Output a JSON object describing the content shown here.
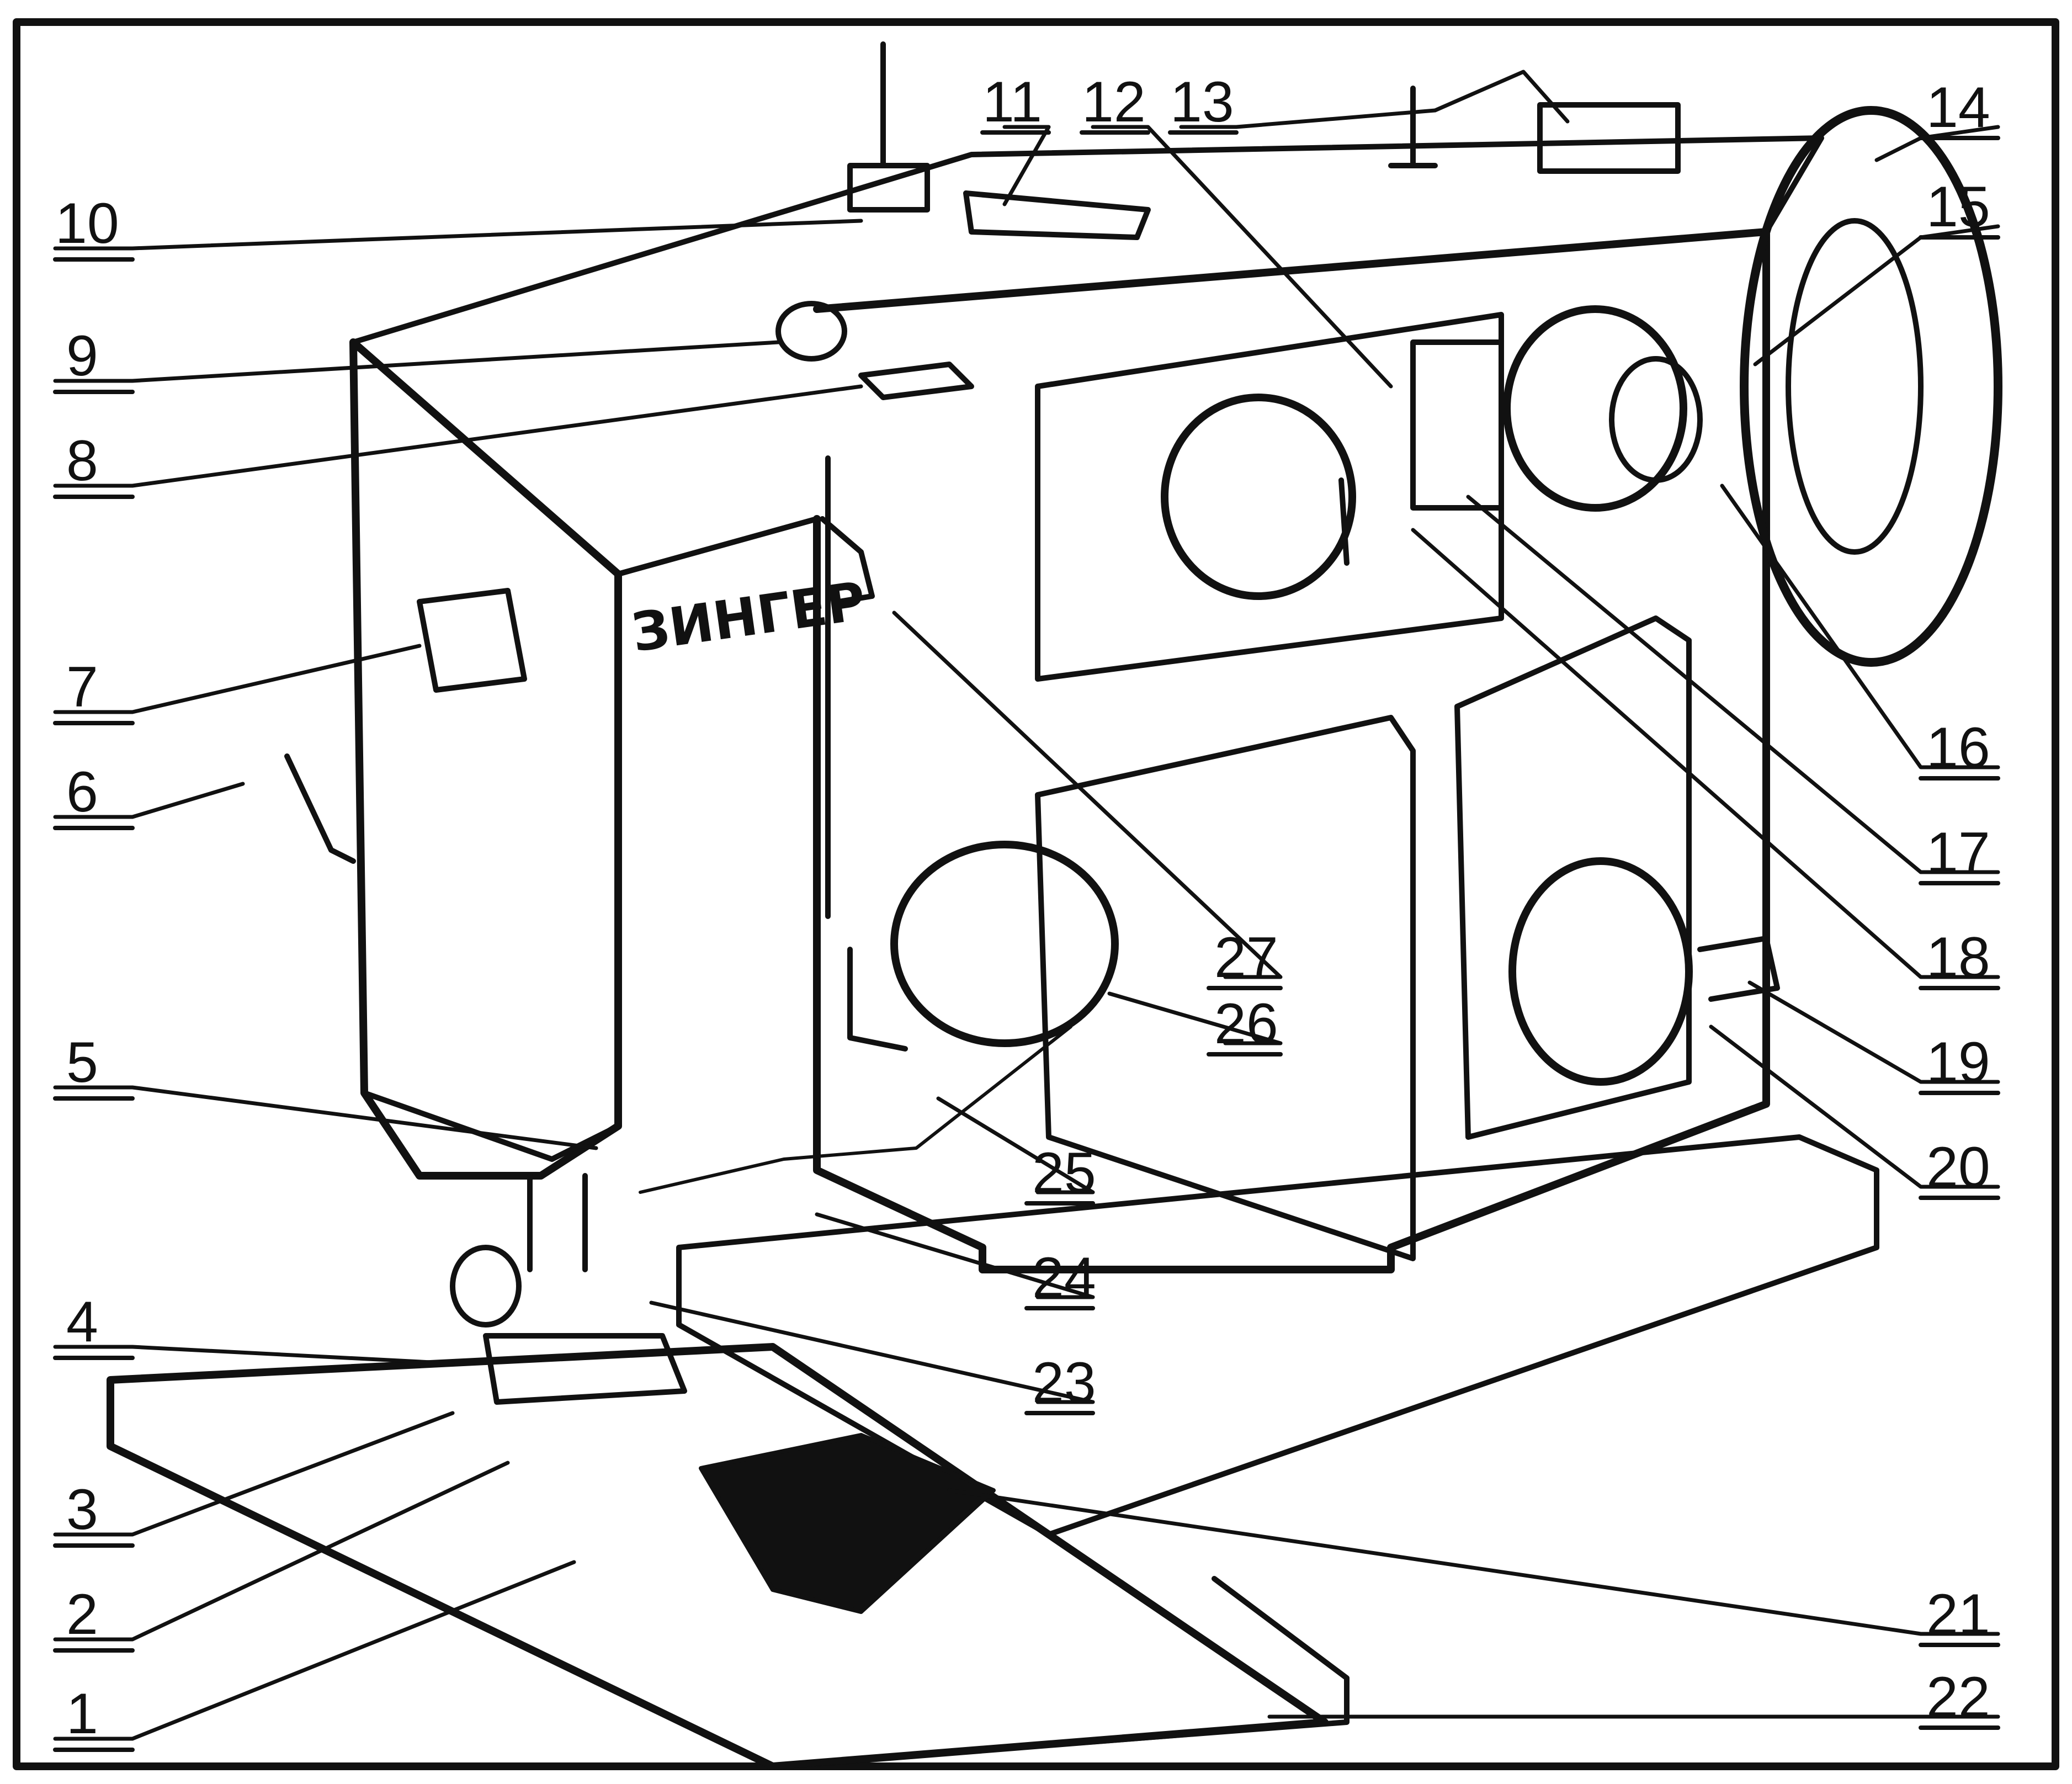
{
  "diagram": {
    "brand_label": "ЗИНГЕР",
    "stroke_color": "#111111",
    "background_color": "#ffffff",
    "callouts": [
      {
        "id": "1",
        "label": "1"
      },
      {
        "id": "2",
        "label": "2"
      },
      {
        "id": "3",
        "label": "3"
      },
      {
        "id": "4",
        "label": "4"
      },
      {
        "id": "5",
        "label": "5"
      },
      {
        "id": "6",
        "label": "6"
      },
      {
        "id": "7",
        "label": "7"
      },
      {
        "id": "8",
        "label": "8"
      },
      {
        "id": "9",
        "label": "9"
      },
      {
        "id": "10",
        "label": "10"
      },
      {
        "id": "11",
        "label": "11"
      },
      {
        "id": "12",
        "label": "12"
      },
      {
        "id": "13",
        "label": "13"
      },
      {
        "id": "14",
        "label": "14"
      },
      {
        "id": "15",
        "label": "15"
      },
      {
        "id": "16",
        "label": "16"
      },
      {
        "id": "17",
        "label": "17"
      },
      {
        "id": "18",
        "label": "18"
      },
      {
        "id": "19",
        "label": "19"
      },
      {
        "id": "20",
        "label": "20"
      },
      {
        "id": "21",
        "label": "21"
      },
      {
        "id": "22",
        "label": "22"
      },
      {
        "id": "23",
        "label": "23"
      },
      {
        "id": "24",
        "label": "24"
      },
      {
        "id": "25",
        "label": "25"
      },
      {
        "id": "26",
        "label": "26"
      },
      {
        "id": "27",
        "label": "27"
      }
    ]
  }
}
